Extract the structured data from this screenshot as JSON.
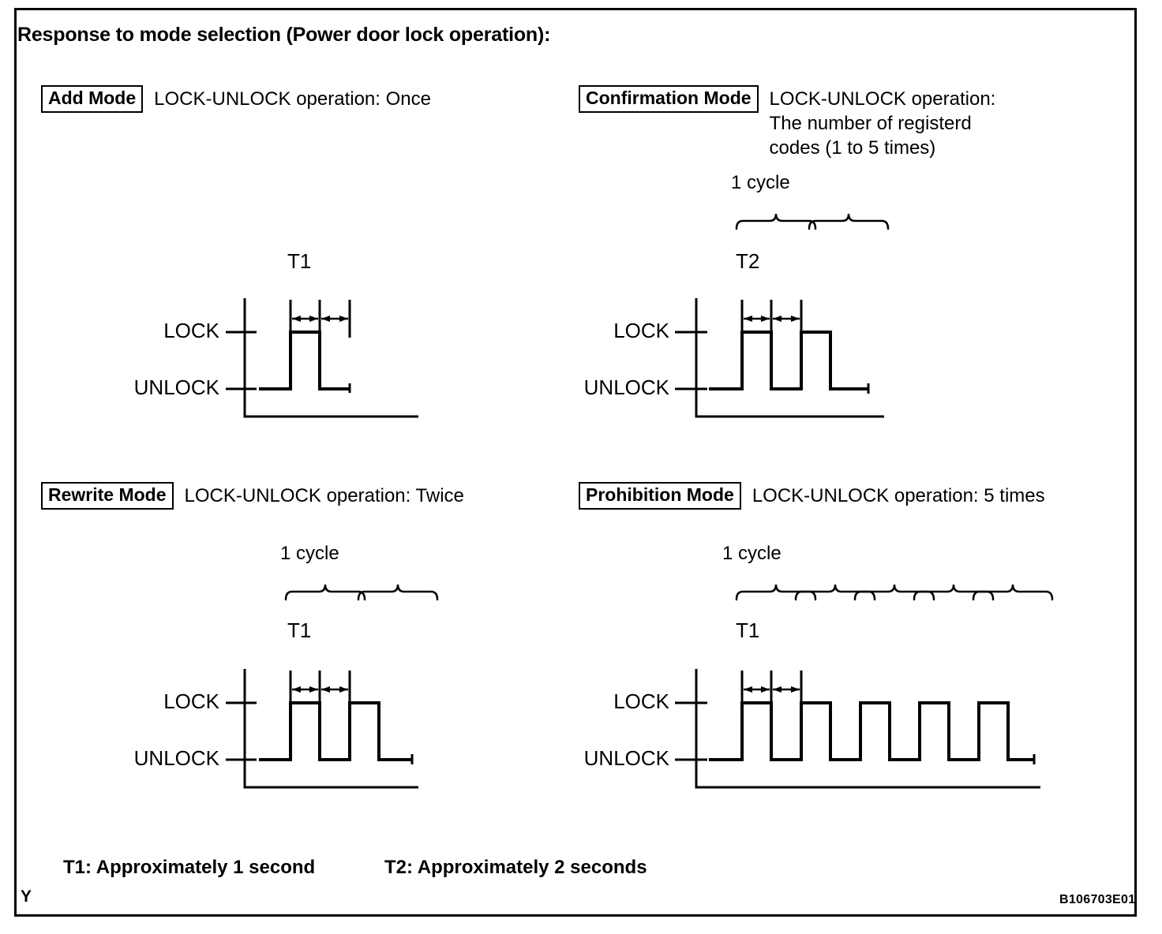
{
  "document": {
    "heading": "Response to mode selection (Power door lock operation):",
    "corner_mark": "Y",
    "image_code": "B106703E01"
  },
  "footnotes": {
    "t1": "T1: Approximately 1 second",
    "t2": "T2: Approximately 2 seconds"
  },
  "axis": {
    "lock_label": "LOCK",
    "unlock_label": "UNLOCK"
  },
  "panels": [
    {
      "id": "add-mode",
      "tag": "Add Mode",
      "description": "LOCK-UNLOCK operation: Once",
      "cycle_label": "",
      "cycle_braces": 0,
      "time_label": "T1",
      "pulses": 1
    },
    {
      "id": "confirmation-mode",
      "tag": "Confirmation Mode",
      "description": "LOCK-UNLOCK operation:\nThe number of registerd\ncodes (1 to 5 times)",
      "cycle_label": "1 cycle",
      "cycle_braces": 2,
      "time_label": "T2",
      "pulses": 2
    },
    {
      "id": "rewrite-mode",
      "tag": "Rewrite Mode",
      "description": "LOCK-UNLOCK operation: Twice",
      "cycle_label": "1 cycle",
      "cycle_braces": 2,
      "time_label": "T1",
      "pulses": 2
    },
    {
      "id": "prohibition-mode",
      "tag": "Prohibition Mode",
      "description": "LOCK-UNLOCK operation: 5 times",
      "cycle_label": "1 cycle",
      "cycle_braces": 5,
      "time_label": "T1",
      "pulses": 5
    }
  ],
  "chart_data": {
    "type": "line",
    "title": "Response to mode selection (Power door lock operation)",
    "ylabel": "",
    "xlabel": "",
    "levels": [
      "UNLOCK",
      "LOCK"
    ],
    "annotations": [
      "T1: Approximately 1 second",
      "T2: Approximately 2 seconds"
    ],
    "series": [
      {
        "name": "Add Mode",
        "time_unit": "T1",
        "lock_unlock_operations": 1,
        "waveform": [
          {
            "t": 0.0,
            "level": "UNLOCK"
          },
          {
            "t": 1.0,
            "level": "LOCK"
          },
          {
            "t": 2.0,
            "level": "UNLOCK"
          },
          {
            "t": 3.0,
            "level": "UNLOCK"
          }
        ]
      },
      {
        "name": "Confirmation Mode",
        "time_unit": "T2",
        "lock_unlock_operations": 2,
        "cycles_shown": 2,
        "waveform": [
          {
            "t": 0.0,
            "level": "UNLOCK"
          },
          {
            "t": 1.0,
            "level": "LOCK"
          },
          {
            "t": 2.0,
            "level": "UNLOCK"
          },
          {
            "t": 3.0,
            "level": "LOCK"
          },
          {
            "t": 4.0,
            "level": "UNLOCK"
          },
          {
            "t": 5.0,
            "level": "UNLOCK"
          }
        ]
      },
      {
        "name": "Rewrite Mode",
        "time_unit": "T1",
        "lock_unlock_operations": 2,
        "cycles_shown": 2,
        "waveform": [
          {
            "t": 0.0,
            "level": "UNLOCK"
          },
          {
            "t": 1.0,
            "level": "LOCK"
          },
          {
            "t": 2.0,
            "level": "UNLOCK"
          },
          {
            "t": 3.0,
            "level": "LOCK"
          },
          {
            "t": 4.0,
            "level": "UNLOCK"
          },
          {
            "t": 5.0,
            "level": "UNLOCK"
          }
        ]
      },
      {
        "name": "Prohibition Mode",
        "time_unit": "T1",
        "lock_unlock_operations": 5,
        "cycles_shown": 5,
        "waveform": [
          {
            "t": 0.0,
            "level": "UNLOCK"
          },
          {
            "t": 1.0,
            "level": "LOCK"
          },
          {
            "t": 2.0,
            "level": "UNLOCK"
          },
          {
            "t": 3.0,
            "level": "LOCK"
          },
          {
            "t": 4.0,
            "level": "UNLOCK"
          },
          {
            "t": 5.0,
            "level": "LOCK"
          },
          {
            "t": 6.0,
            "level": "UNLOCK"
          },
          {
            "t": 7.0,
            "level": "LOCK"
          },
          {
            "t": 8.0,
            "level": "UNLOCK"
          },
          {
            "t": 9.0,
            "level": "LOCK"
          },
          {
            "t": 10.0,
            "level": "UNLOCK"
          },
          {
            "t": 11.0,
            "level": "UNLOCK"
          }
        ]
      }
    ]
  }
}
